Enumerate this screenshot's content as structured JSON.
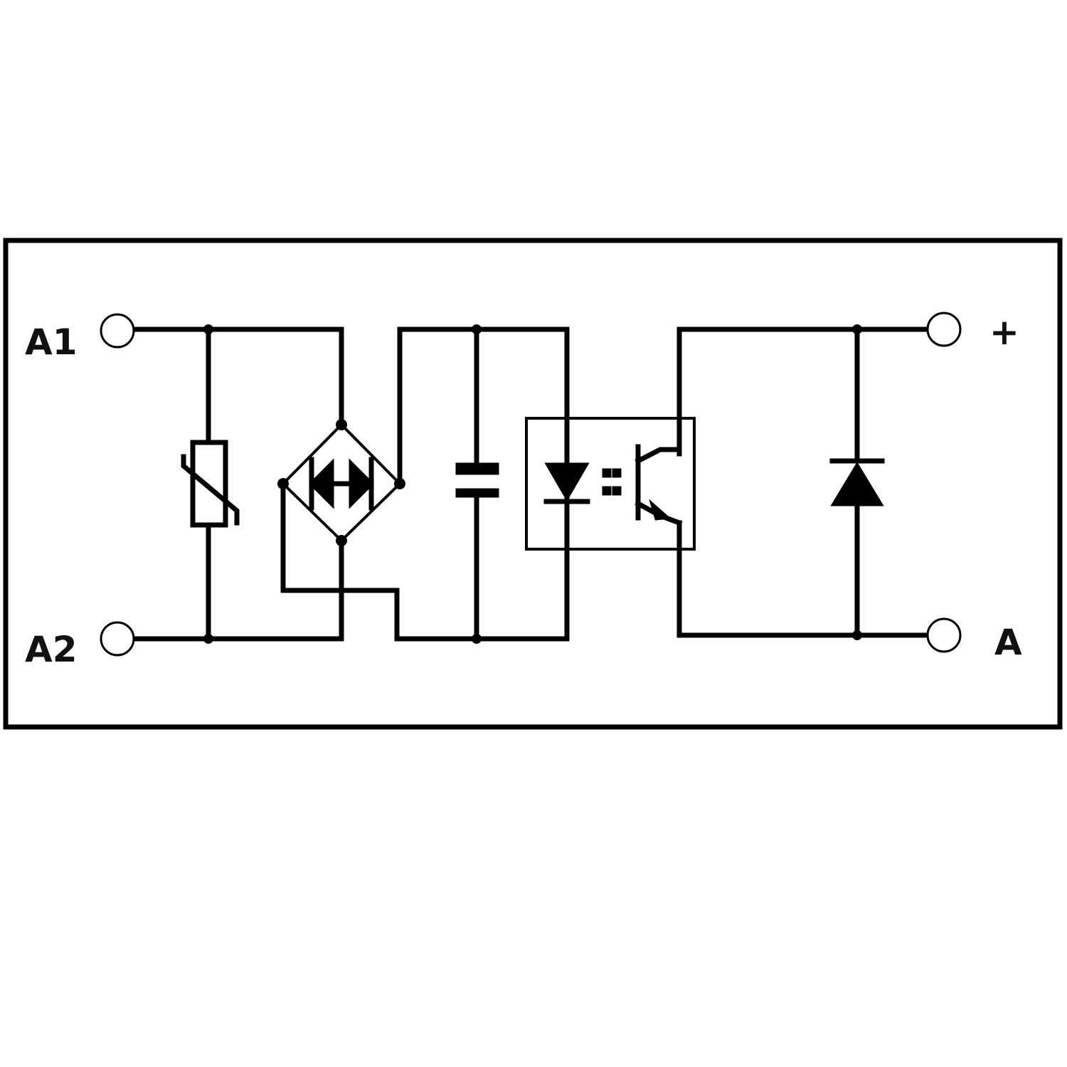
{
  "diagram": {
    "terminals": {
      "a1": "A1",
      "a2": "A2",
      "plus": "+",
      "a": "A"
    },
    "icons": [
      "varistor-icon",
      "bridge-rectifier-icon",
      "capacitor-icon",
      "led-icon",
      "phototransistor-icon",
      "diode-icon"
    ]
  }
}
